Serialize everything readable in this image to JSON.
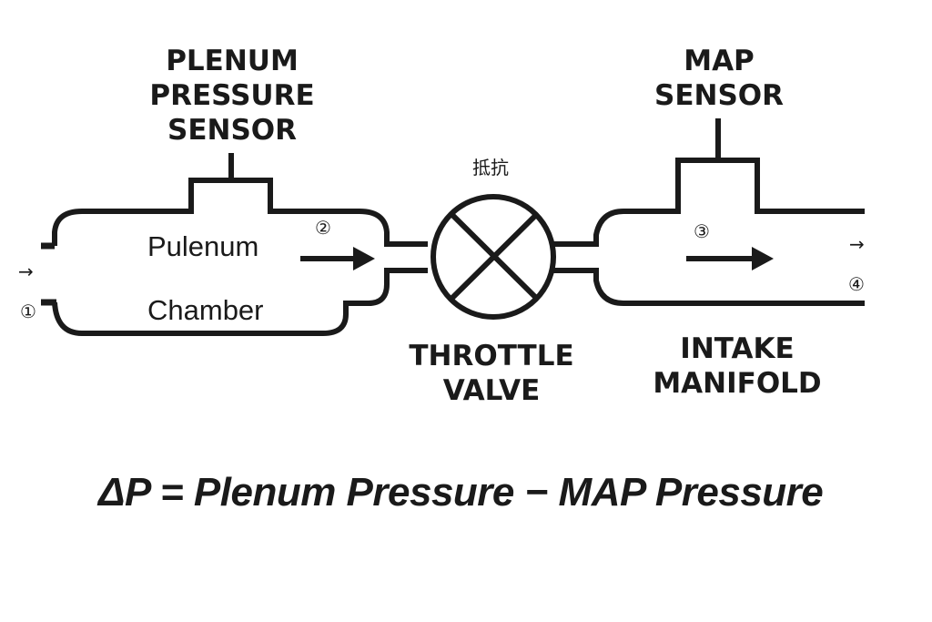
{
  "labels": {
    "plenum_sensor": [
      "PLENUM",
      "PRESSURE",
      "SENSOR"
    ],
    "map_sensor": [
      "MAP",
      "SENSOR"
    ],
    "resistance": "抵抗",
    "throttle": [
      "THROTTLE",
      "VALVE"
    ],
    "intake": [
      "INTAKE",
      "MANIFOLD"
    ],
    "chamber_line1": "Pulenum",
    "chamber_line2": "Chamber"
  },
  "markers": {
    "m1": "①",
    "m2": "②",
    "m3": "③",
    "m4": "④",
    "inlet_arrow": "→",
    "outlet_arrow": "→"
  },
  "equation": "ΔP = Plenum Pressure − MAP Pressure",
  "colors": {
    "stroke": "#1a1a1a",
    "background": "#ffffff"
  }
}
